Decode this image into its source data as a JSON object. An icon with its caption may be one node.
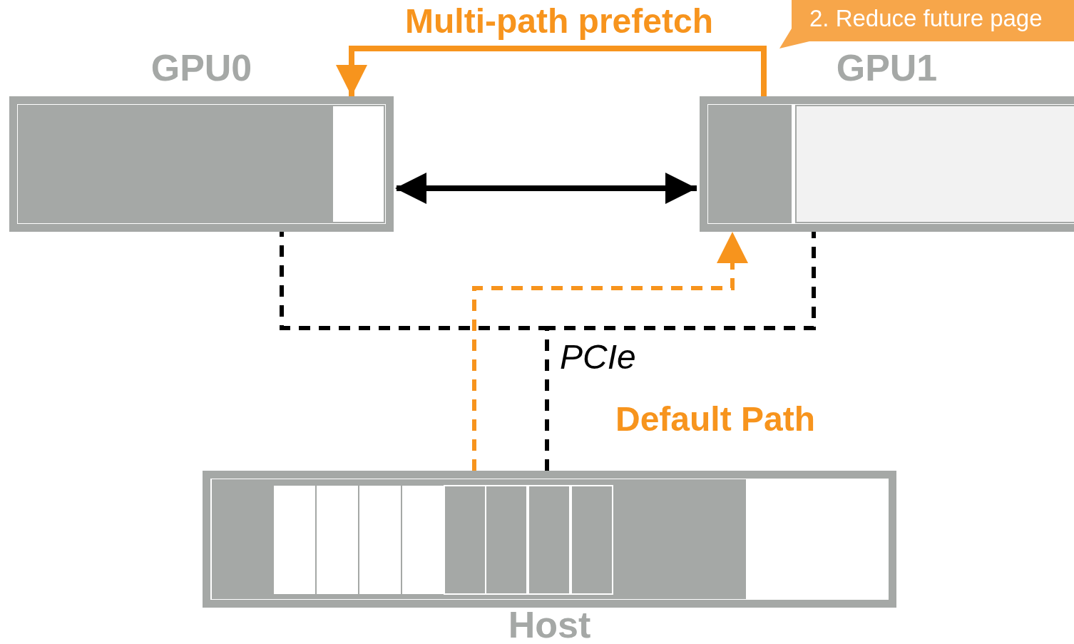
{
  "diagram": {
    "nodes": [
      {
        "text": [
          "GPU0"
        ]
      },
      {
        "text": [
          "GPU1"
        ]
      },
      {
        "text": [
          "Host"
        ]
      },
      {
        "text": [
          "2. Reduce future page"
        ]
      }
    ],
    "edges": [
      {
        "from": 1,
        "to": 0,
        "arrow": "to",
        "label": "Multi-path prefetch",
        "color": "#f7941d"
      },
      {
        "from": 0,
        "to": 1,
        "arrow": "both"
      },
      {
        "from": 2,
        "to": 1,
        "arrow": "to",
        "label": "Default Path",
        "style": "dashed",
        "color": "#f7941d"
      },
      {
        "from": 2,
        "to": 0,
        "arrow": "none",
        "label": "PCIe",
        "style": "dashed"
      },
      {
        "from": 2,
        "to": 1,
        "arrow": "none",
        "style": "dashed"
      }
    ]
  }
}
